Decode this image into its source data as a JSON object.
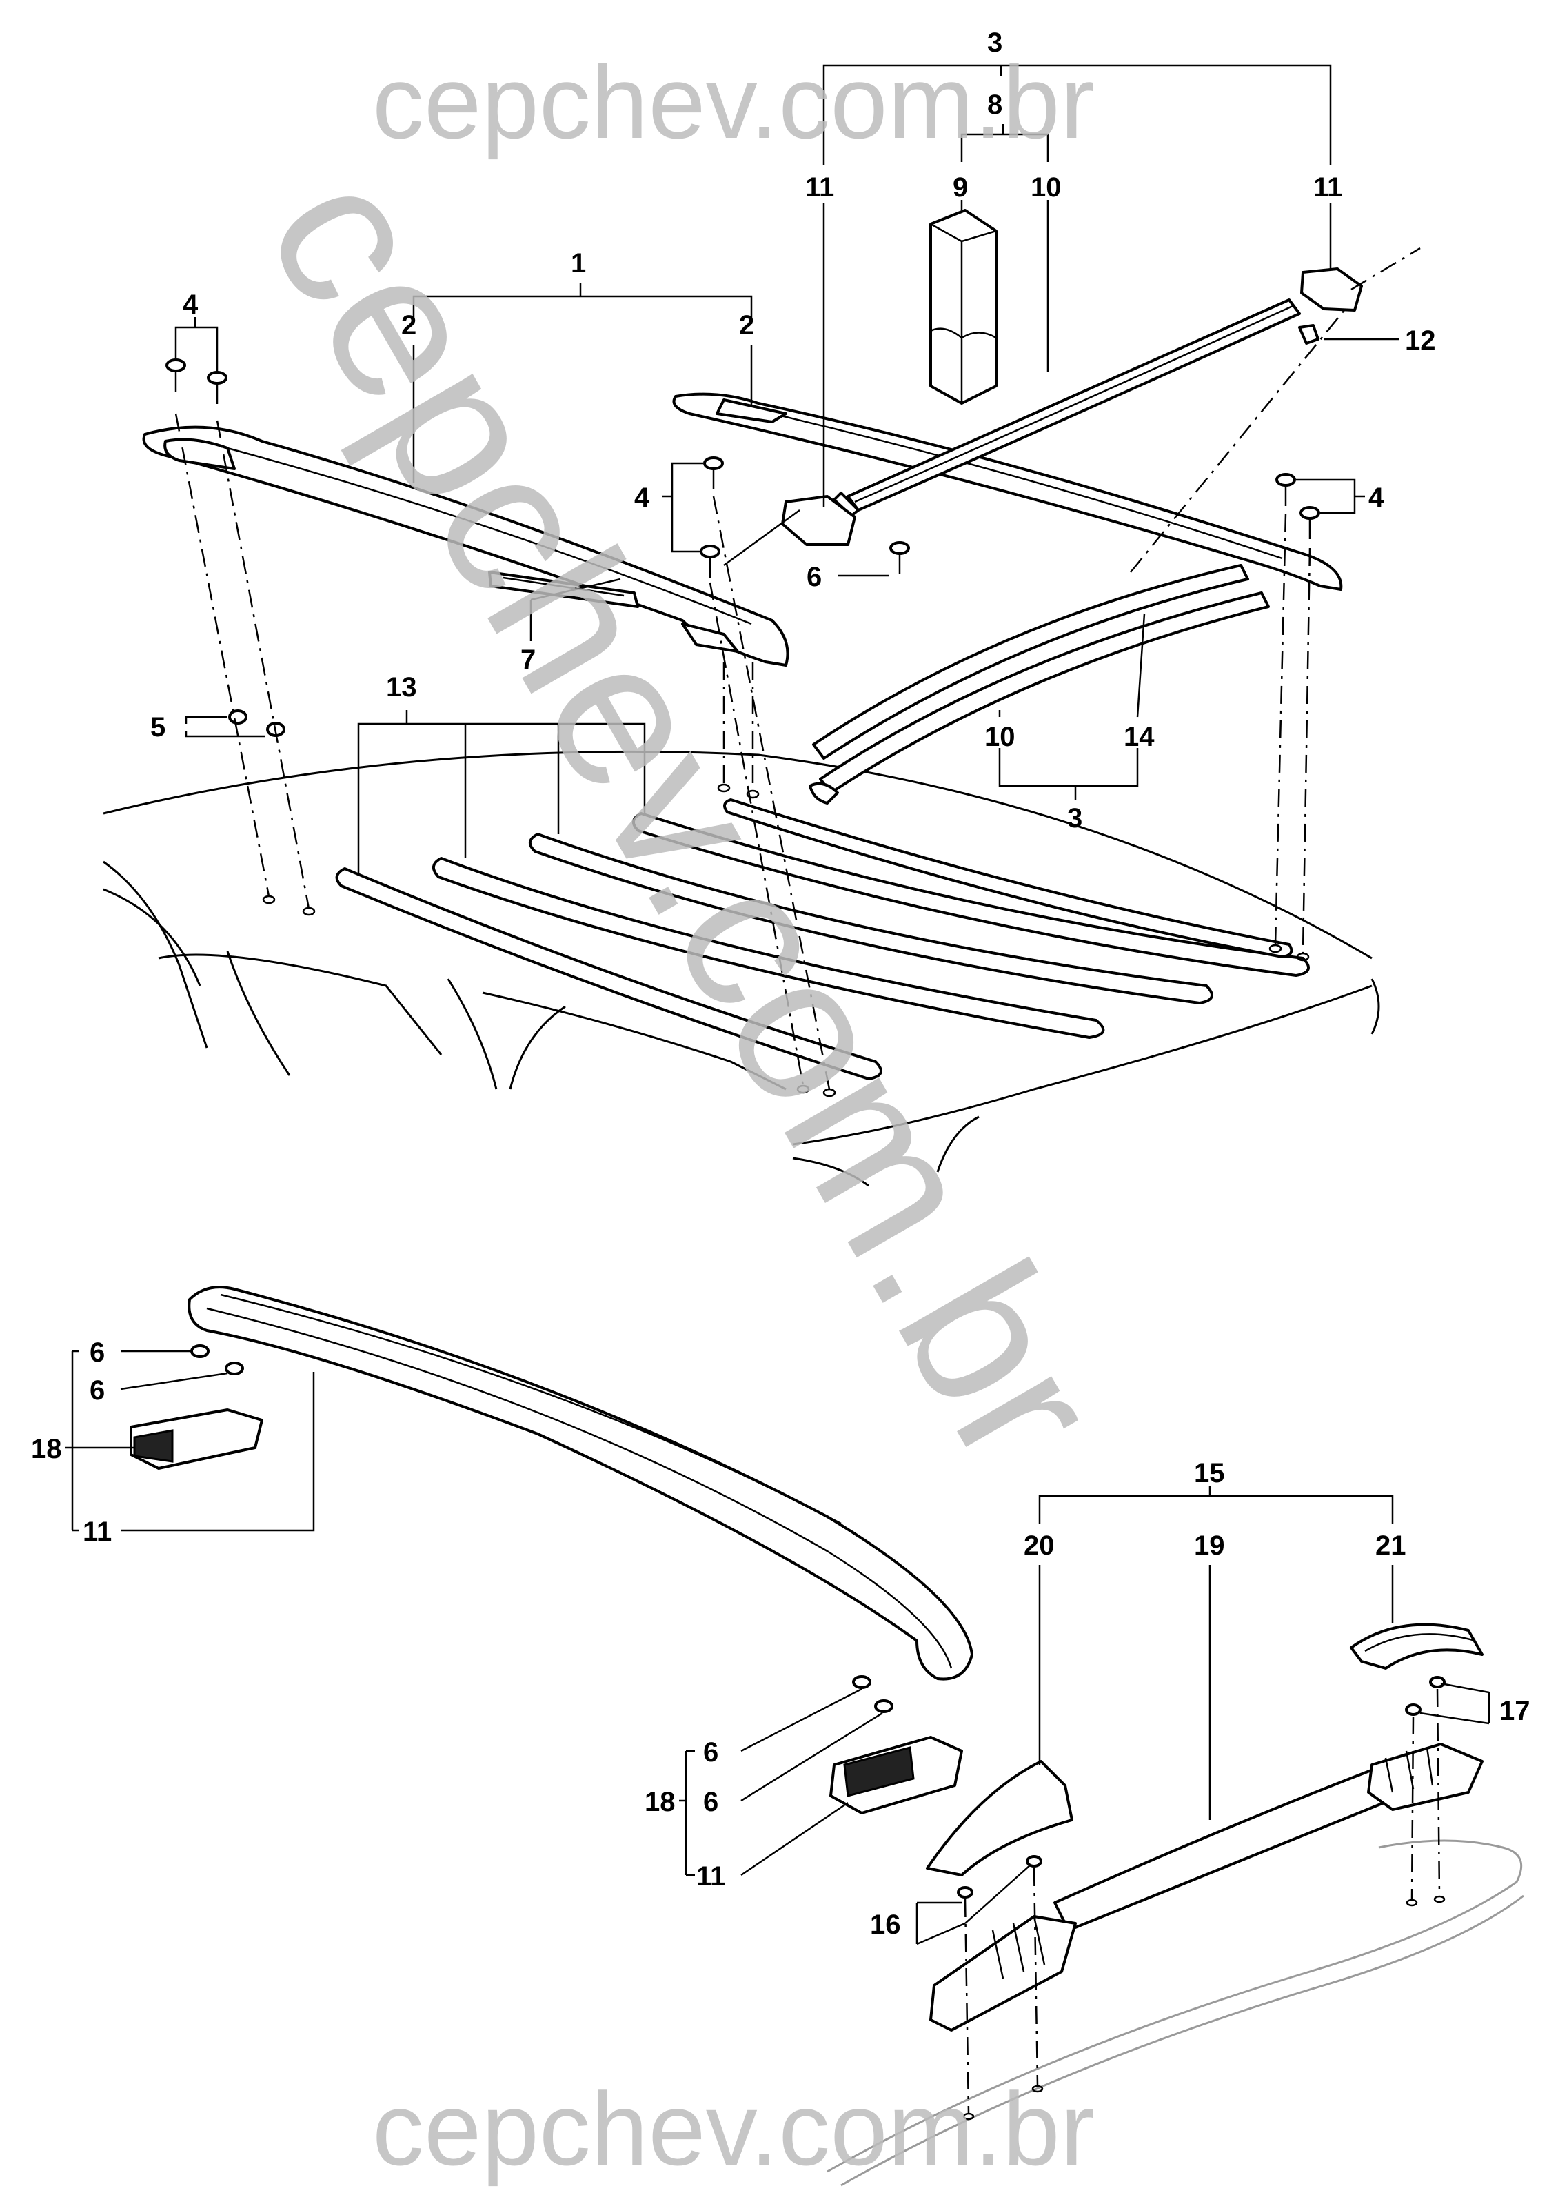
{
  "watermarks": {
    "top": "cepchev.com.br",
    "bottom": "cepchev.com.br",
    "diagonal": "cepchev.com.br"
  },
  "callouts": {
    "c1": "1",
    "c2a": "2",
    "c2b": "2",
    "c3_top": "3",
    "c3_mid": "3",
    "c4a": "4",
    "c4b": "4",
    "c4c": "4",
    "c5": "5",
    "c6a": "6",
    "c6b": "6",
    "c6c": "6",
    "c6d": "6",
    "c6e": "6",
    "c7": "7",
    "c8": "8",
    "c9": "9",
    "c10a": "10",
    "c10b": "10",
    "c11a": "11",
    "c11b": "11",
    "c11c": "11",
    "c11d": "11",
    "c12": "12",
    "c13": "13",
    "c14": "14",
    "c15": "15",
    "c16": "16",
    "c17": "17",
    "c18a": "18",
    "c18b": "18",
    "c19": "19",
    "c20": "20",
    "c21": "21"
  },
  "colors": {
    "ink": "#000000",
    "watermark": "#bdbdbd",
    "background": "#ffffff"
  }
}
